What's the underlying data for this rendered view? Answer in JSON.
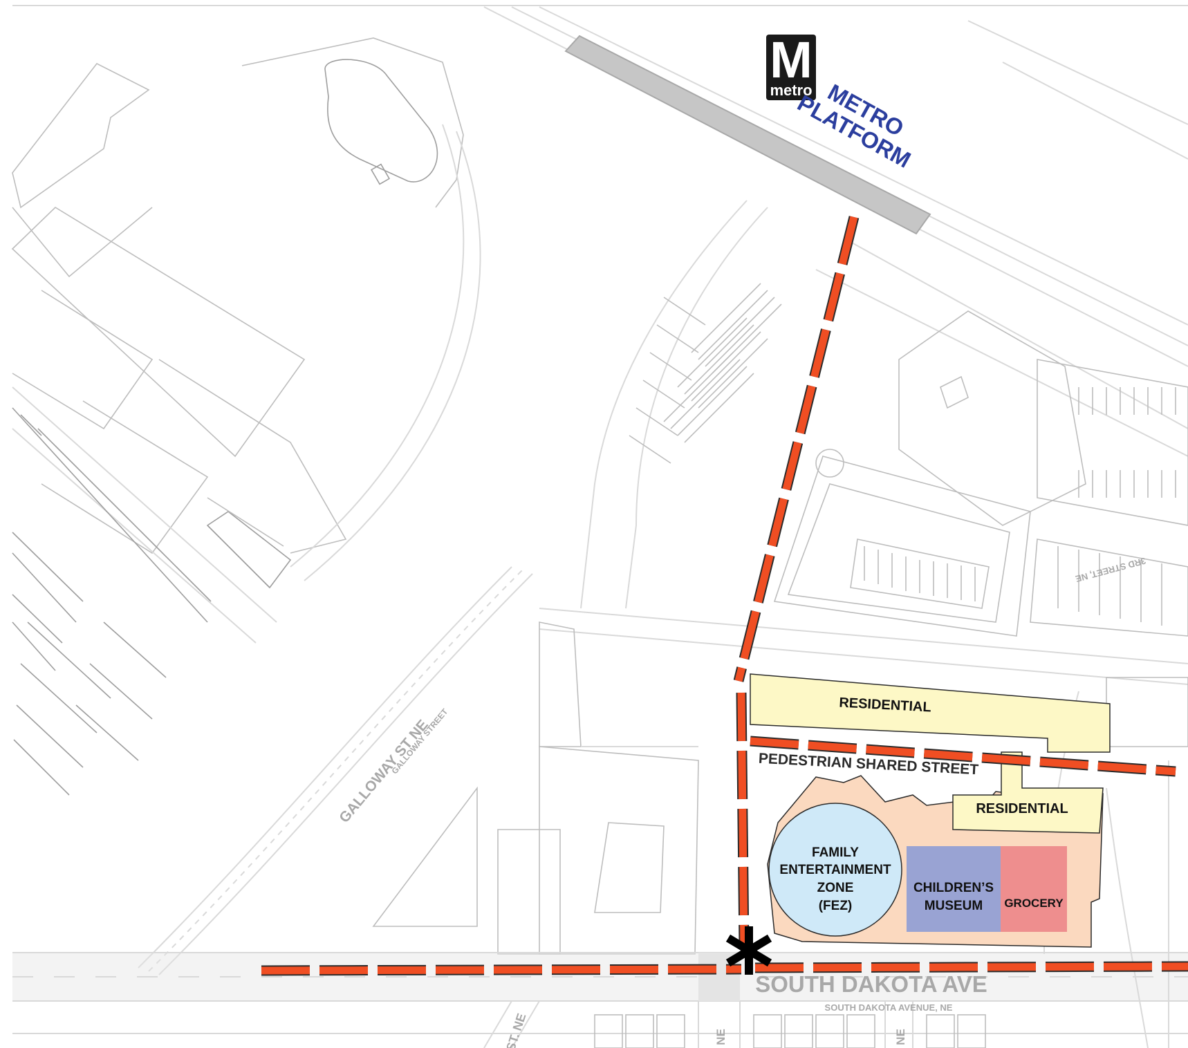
{
  "metro": {
    "logo_letter": "M",
    "logo_word": "metro",
    "platform_line1": "METRO",
    "platform_line2": "PLATFORM",
    "platform_color": "#2b3e9e"
  },
  "zones": {
    "residential_north": "RESIDENTIAL",
    "residential_east": "RESIDENTIAL",
    "pedestrian_street": "PEDESTRIAN SHARED STREET",
    "fez_line1": "FAMILY",
    "fez_line2": "ENTERTAINMENT",
    "fez_line3": "ZONE",
    "fez_line4": "(FEZ)",
    "museum_line1": "CHILDREN’S",
    "museum_line2": "MUSEUM",
    "grocery": "GROCERY"
  },
  "streets": {
    "south_dakota": "SOUTH DAKOTA AVE",
    "south_dakota_small": "SOUTH DAKOTA AVENUE, NE",
    "galloway": "GALLOWAY ST NE",
    "galloway_small": "GALLOWAY STREET",
    "third_street": "3RD STREET, NE",
    "st_ne_left": "ST. NE",
    "ne_mid": "NE",
    "ne_right": "NE"
  },
  "colors": {
    "route": "#f04e23",
    "residential": "#fdf8c6",
    "site": "#fbd9bf",
    "fez": "#cfe9f8",
    "museum": "#99a3d3",
    "grocery": "#ee8e8e",
    "platform": "#c6c6c6"
  },
  "icons": {
    "metro_logo": "metro-logo-icon",
    "entrance_marker": "asterisk-icon"
  }
}
